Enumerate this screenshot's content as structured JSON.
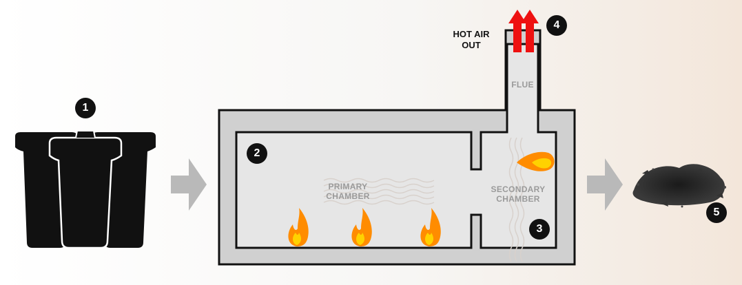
{
  "diagram": {
    "steps": [
      "1",
      "2",
      "3",
      "4",
      "5"
    ],
    "labels": {
      "primary": "PRIMARY\nCHAMBER",
      "secondary": "SECONDARY\nCHAMBER",
      "flue": "FLUE",
      "hot_air": "HOT AIR\nOUT"
    },
    "colors": {
      "wall": "#d0d0d0",
      "interior": "#e6e6e6",
      "outline": "#111111",
      "arrow": "#b9b9b9",
      "flame_outer": "#ff8c00",
      "flame_inner": "#ffd200",
      "hot_arrow": "#ee1111"
    },
    "icons": [
      "waste-bin-icon",
      "flame-icon",
      "hot-air-arrow-icon",
      "ash-pile-icon",
      "flow-arrow-icon",
      "heat-wave-icon"
    ]
  }
}
